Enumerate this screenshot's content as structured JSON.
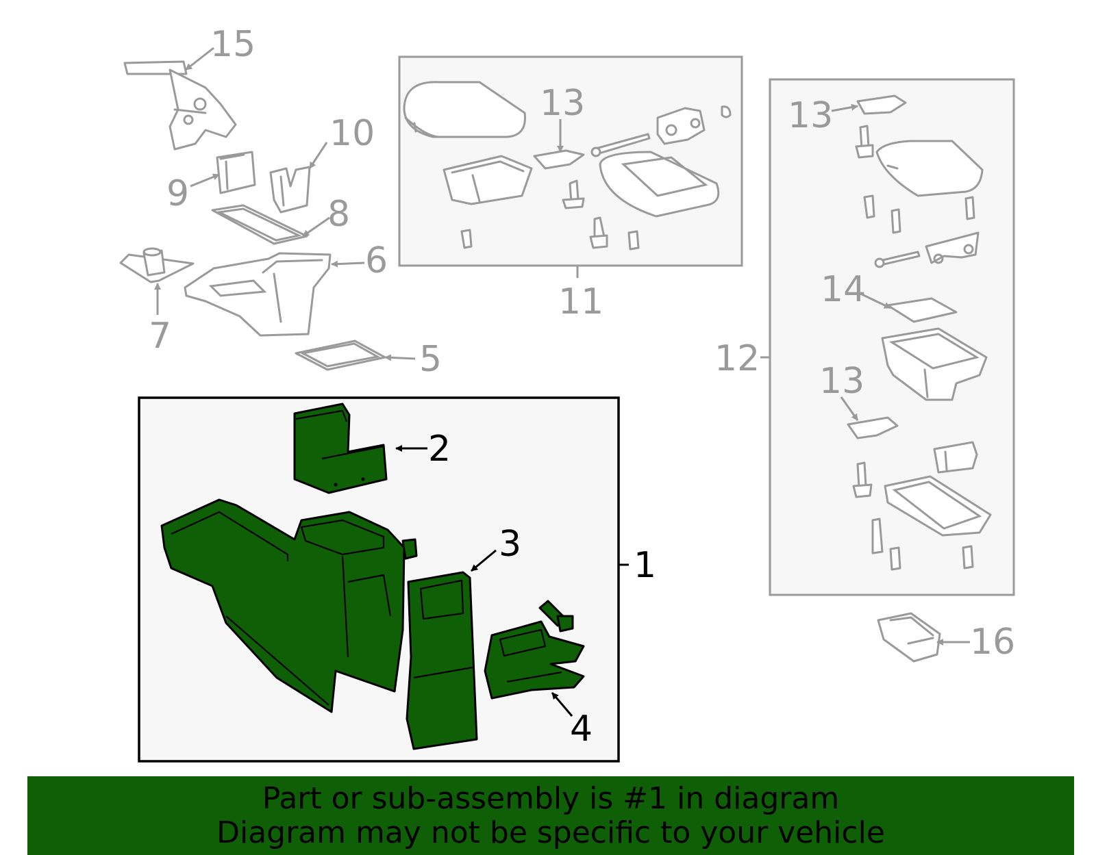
{
  "callouts": {
    "c1": "1",
    "c2": "2",
    "c3": "3",
    "c4": "4",
    "c5": "5",
    "c6": "6",
    "c7": "7",
    "c8": "8",
    "c9": "9",
    "c10": "10",
    "c11": "11",
    "c12": "12",
    "c13a": "13",
    "c13b": "13",
    "c13c": "13",
    "c14": "14",
    "c15": "15",
    "c16": "16"
  },
  "banner": {
    "line1": "Part or sub-assembly is #1 in diagram",
    "line2": "Diagram may not be specific to your vehicle"
  },
  "colors": {
    "highlight": "#0f5f07",
    "outline_gray": "#9a9a9a",
    "box_fill": "#f7f7f7"
  }
}
